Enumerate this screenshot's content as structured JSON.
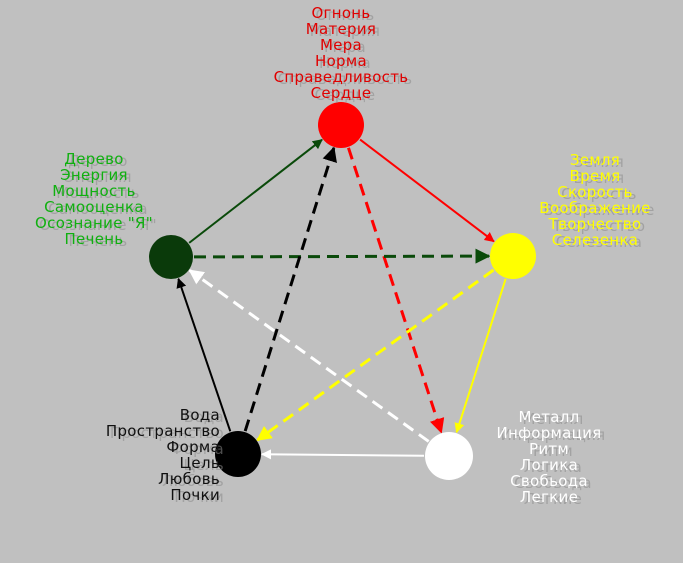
{
  "diagram": {
    "nodes": [
      {
        "id": "fire",
        "color": "#ff0000",
        "label_color": "#e00000",
        "labels": [
          "Огнонь",
          "Материя",
          "Мера",
          "Норма",
          "Справедливость",
          "Сердце"
        ]
      },
      {
        "id": "earth",
        "color": "#ffff00",
        "label_color": "#ffff00",
        "labels": [
          "Земля",
          "Время",
          "Скорость",
          "Воображение",
          "Творчество",
          "Селезенка"
        ]
      },
      {
        "id": "metal",
        "color": "#ffffff",
        "label_color": "#ffffff",
        "labels": [
          "Металл",
          "Информация",
          "Ритм",
          "Логика",
          "Свобьода",
          "Легкие"
        ]
      },
      {
        "id": "water",
        "color": "#000000",
        "label_color": "#101010",
        "labels": [
          "Вода",
          "Пространство",
          "Форма",
          "Цель",
          "Любовь",
          "Почки"
        ]
      },
      {
        "id": "wood",
        "color": "#0a3a0a",
        "label_color": "#10b010",
        "labels": [
          "Дерево",
          "Энергия",
          "Мощность",
          "Самооценка",
          "Осознание \"Я\"",
          "Печень"
        ]
      }
    ],
    "generating_cycle": [
      {
        "from": "wood",
        "to": "fire",
        "color": "#0a4a0a"
      },
      {
        "from": "fire",
        "to": "earth",
        "color": "#ff0000"
      },
      {
        "from": "earth",
        "to": "metal",
        "color": "#ffff00"
      },
      {
        "from": "metal",
        "to": "water",
        "color": "#ffffff"
      },
      {
        "from": "water",
        "to": "wood",
        "color": "#000000"
      }
    ],
    "control_cycle": [
      {
        "from": "fire",
        "to": "metal",
        "color": "#ff0000"
      },
      {
        "from": "metal",
        "to": "wood",
        "color": "#ffffff"
      },
      {
        "from": "wood",
        "to": "earth",
        "color": "#0a4a0a"
      },
      {
        "from": "earth",
        "to": "water",
        "color": "#ffff00"
      },
      {
        "from": "water",
        "to": "fire",
        "color": "#000000"
      }
    ]
  }
}
